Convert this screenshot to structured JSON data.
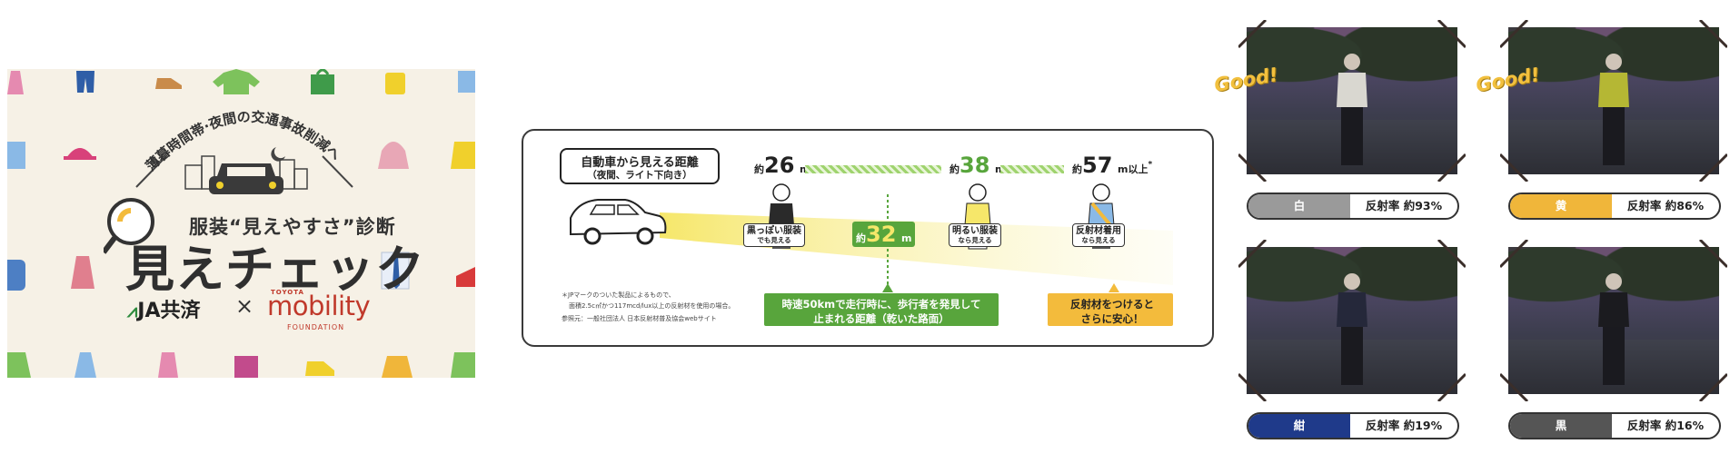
{
  "banner": {
    "arc_tagline": "薄暮時間帯·夜間の交通事故削減へ",
    "subtitle": "服装“見えやすさ”診断",
    "title": "見えチェック",
    "ja_logo": "JA共済",
    "cross": "×",
    "toyota_label": "TOYOTA",
    "mobility_label": "mobility",
    "foundation_label": "FOUNDATION"
  },
  "infographic": {
    "question_line1": "自動車から見える距離",
    "question_line2": "（夜間、ライト下向き）",
    "prefix": "約",
    "unit": "m",
    "distance_dark": "26",
    "distance_bright": "38",
    "distance_reflective": "57",
    "reflective_suffix": "以上",
    "asterisk": "*",
    "stop_distance": "32",
    "label_dark_a": "黒っぽい服装",
    "label_dark_b": "でも見える",
    "label_bright_a": "明るい服装",
    "label_bright_b": "なら見える",
    "label_refl_a": "反射材着用",
    "label_refl_b": "なら見える",
    "stop_line1": "時速50kmで走行時に、歩行者を発見して",
    "stop_line2": "止まれる距離（乾いた路面）",
    "refl_line1": "反射材をつけると",
    "refl_line2": "さらに安心！",
    "note_line1": "＊JPマークのついた製品によるもので、",
    "note_line2": "面積2.5c㎡かつ117mcd/lux以上の反射材を使用の場合。",
    "note_line3": "参照元：一般社団法人 日本反射材普及協会webサイト",
    "colors": {
      "green": "#58a53c",
      "yellow": "#f3bb3c",
      "light_green": "#9fd36e"
    }
  },
  "photos": {
    "good_label": "Good!",
    "cards": [
      {
        "color_name": "白",
        "reflectance": "反射率 約93%",
        "tag_color": "#9a9a9a",
        "shirt_color": "#d9d7d0",
        "good": true
      },
      {
        "color_name": "黄",
        "reflectance": "反射率 約86%",
        "tag_color": "#f0b63a",
        "shirt_color": "#b5b734",
        "good": true
      },
      {
        "color_name": "紺",
        "reflectance": "反射率 約19%",
        "tag_color": "#1f3a8a",
        "shirt_color": "#25283a",
        "good": false
      },
      {
        "color_name": "黒",
        "reflectance": "反射率 約16%",
        "tag_color": "#555555",
        "shirt_color": "#1b1b1f",
        "good": false
      }
    ]
  }
}
